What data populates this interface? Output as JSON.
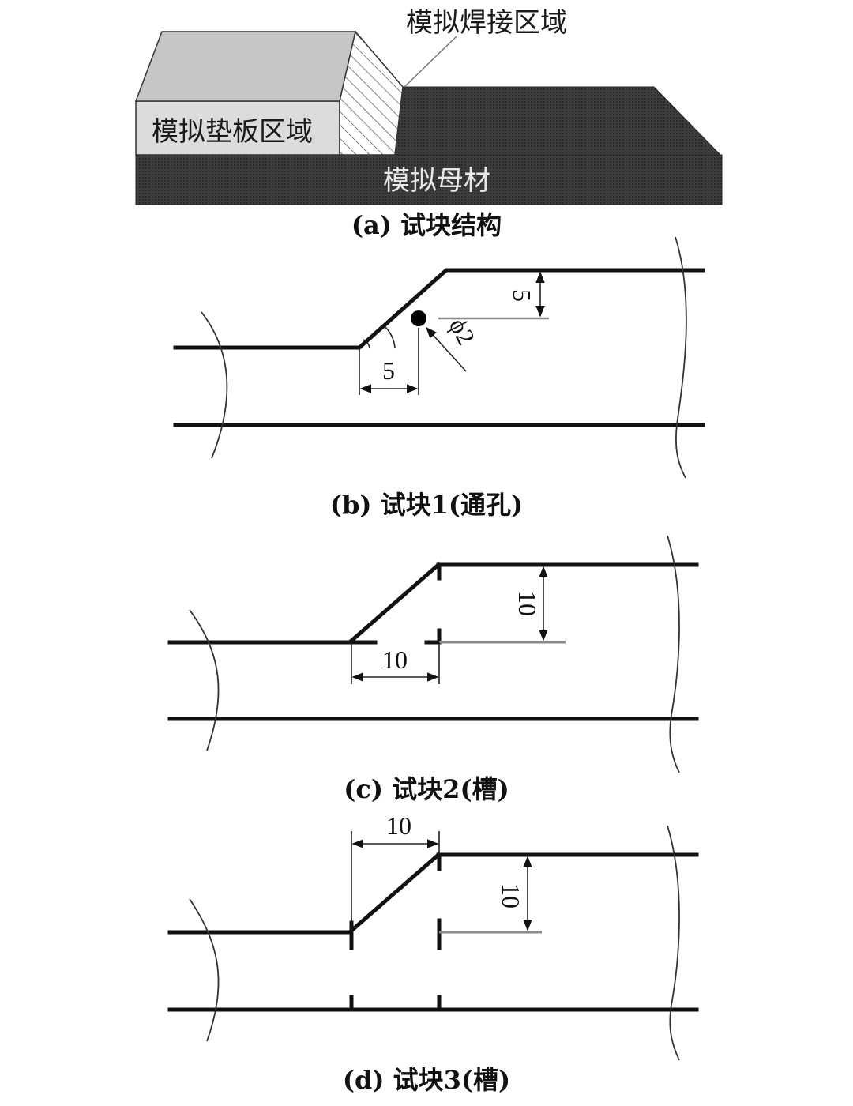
{
  "panel_a": {
    "caption": "(a) 试块结构",
    "labels": {
      "weld_region": "模拟焊接区域",
      "backing_region": "模拟垫板区域",
      "base_metal": "模拟母材"
    },
    "colors": {
      "backing_top": "#c6c6c6",
      "backing_front": "#dcdcdc",
      "base_metal": "#3d3d3d",
      "upper_plate": "#454545"
    }
  },
  "panel_b": {
    "caption": "(b) 试块1(通孔)",
    "dims": {
      "horizontal": "5",
      "vertical": "5",
      "hole": "ϕ2"
    }
  },
  "panel_c": {
    "caption": "(c) 试块2(槽)",
    "dims": {
      "horizontal": "10",
      "vertical": "10"
    }
  },
  "panel_d": {
    "caption": "(d) 试块3(槽)",
    "dims": {
      "horizontal": "10",
      "vertical": "10"
    }
  }
}
